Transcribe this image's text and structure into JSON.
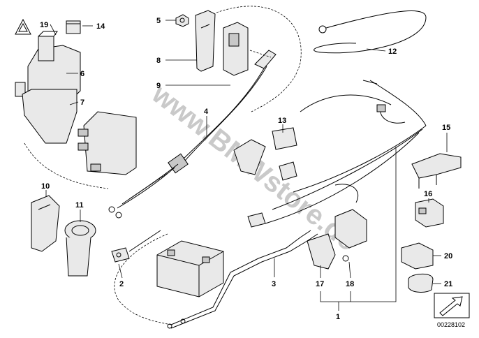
{
  "diagram": {
    "callouts": [
      "19",
      "14",
      "5",
      "8",
      "9",
      "6",
      "7",
      "4",
      "12",
      "13",
      "15",
      "10",
      "11",
      "16",
      "2",
      "3",
      "17",
      "18",
      "20",
      "21",
      "1"
    ],
    "watermark": "www.BMWstore.de",
    "reference_number": "00228102"
  }
}
